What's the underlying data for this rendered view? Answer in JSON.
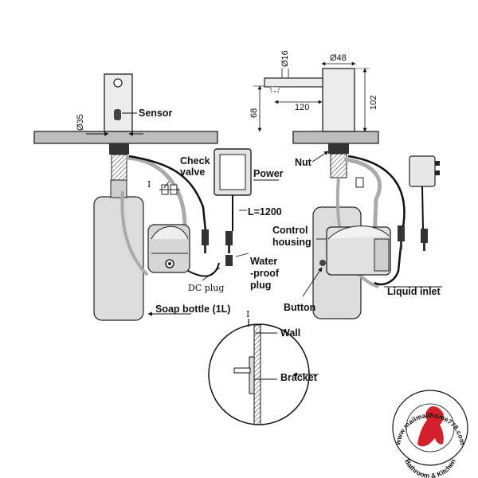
{
  "labels": {
    "sensor": "Sensor",
    "check_valve_1": "Check",
    "check_valve_2": "valve",
    "power": "Power",
    "cable_length": "L=1200",
    "marker_i_left": "I",
    "dc_plug": "DC  plug",
    "waterproof_1": "Water",
    "waterproof_2": "-proof",
    "waterproof_3": "plug",
    "soap_bottle": "Soap bottle (1L)",
    "nut": "Nut",
    "control_1": "Control",
    "control_2": "housing",
    "button": "Button",
    "liquid_inlet": "Liquid inlet",
    "marker_i_detail": "I",
    "wall": "Wall",
    "bracket": "Bracket"
  },
  "dimensions": {
    "d35": "Ø35",
    "d16": "Ø16",
    "d48": "Ø48",
    "w120": "120",
    "h68": "68",
    "h102": "102"
  },
  "logo": {
    "url_text": "www.mailmalihome778.com",
    "subtitle": "Bathroom & Kitchen",
    "accent": "#d4202c"
  }
}
